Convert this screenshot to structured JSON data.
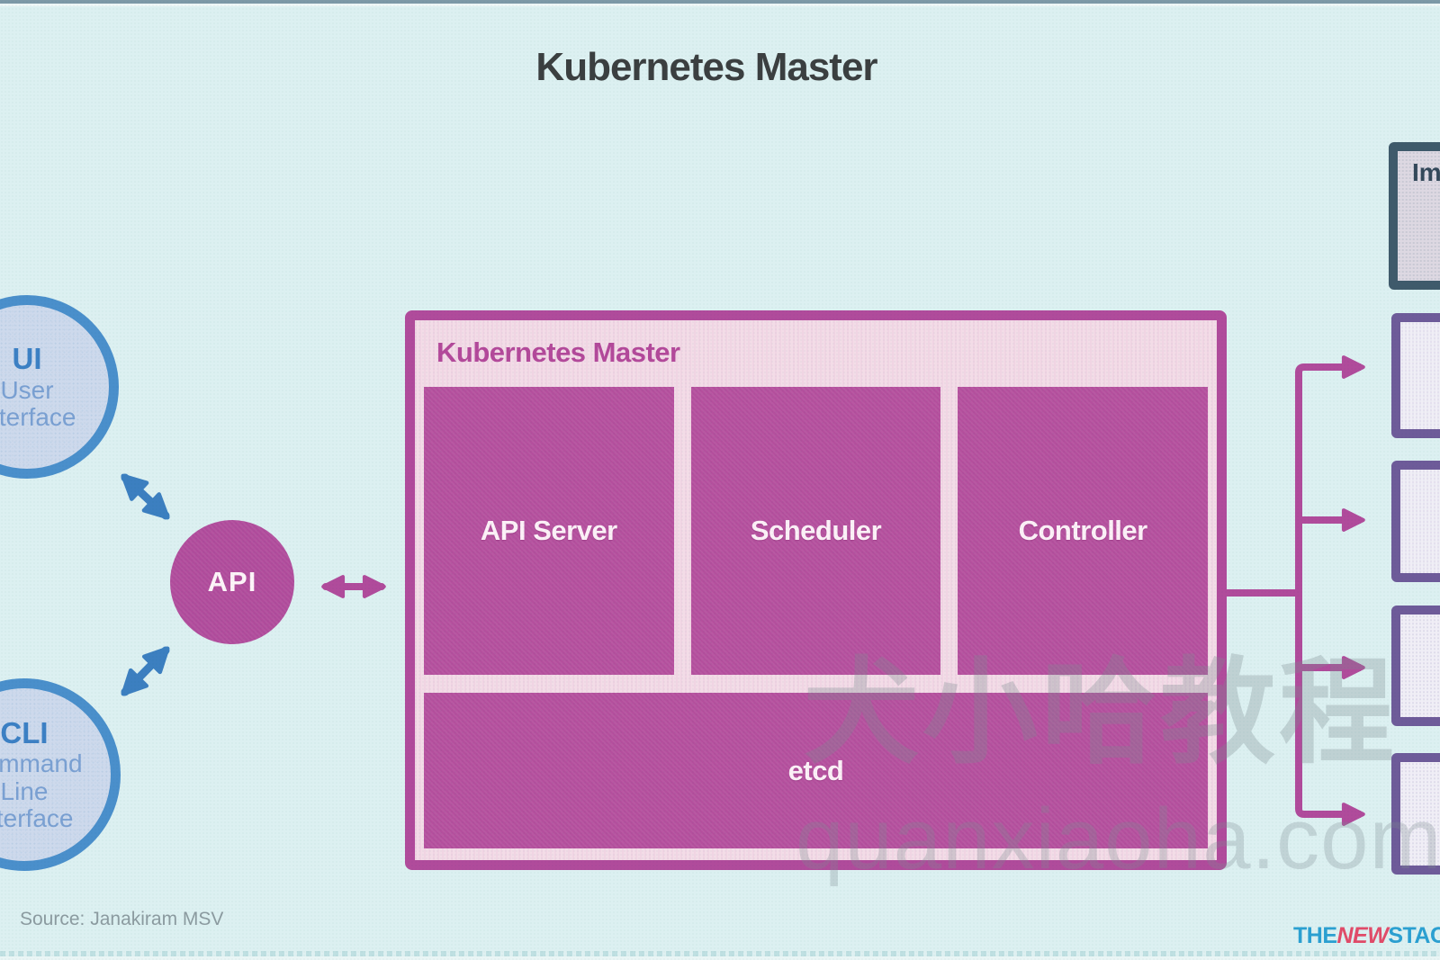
{
  "page": {
    "title": "Kubernetes Master"
  },
  "colors": {
    "background": "#dcf0f1",
    "magenta": "#b04b9b",
    "master_fill": "#f3dce7",
    "blue": "#3c80c4",
    "circle_fill": "#cdd9ec",
    "purple_border": "#6e5b99",
    "slate_border": "#3f5a6b",
    "logo_blue": "#2ba0d1",
    "logo_red": "#e14b69"
  },
  "clients": {
    "ui_circle": {
      "abbr": "UI",
      "line1": "User",
      "line2": "Interface"
    },
    "cli_circle": {
      "abbr": "CLI",
      "line1": "Command",
      "line2": "Line",
      "line3": "Interface"
    },
    "api_circle": {
      "label": "API"
    }
  },
  "master": {
    "label": "Kubernetes Master",
    "components": [
      {
        "label": "API Server"
      },
      {
        "label": "Scheduler"
      },
      {
        "label": "Controller"
      }
    ],
    "etcd": {
      "label": "etcd"
    }
  },
  "right_panel": {
    "registry_label": "Im"
  },
  "footer": {
    "source": "Source: Janakiram MSV",
    "logo": {
      "part1": "THE",
      "part2": "NEW",
      "part3": "STACK"
    }
  },
  "watermark": {
    "cjk": "犬小哈教程",
    "latin": "quanxiaoha.com"
  }
}
